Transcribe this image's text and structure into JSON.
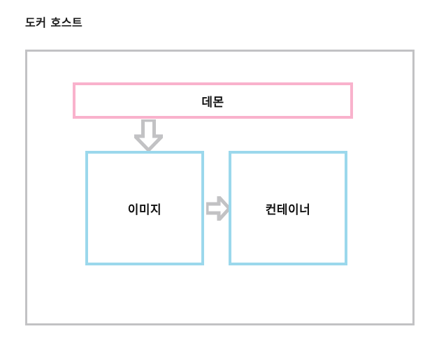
{
  "diagram": {
    "title": "도커 호스트",
    "type": "block-diagram",
    "nodes": [
      {
        "id": "host",
        "label": "",
        "role": "outer-container",
        "border_color": "#c2c2c4",
        "fill_color": "#ffffff"
      },
      {
        "id": "daemon",
        "label": "데몬",
        "role": "process",
        "border_color": "#f9b2cc",
        "fill_color": "#ffffff"
      },
      {
        "id": "image",
        "label": "이미지",
        "role": "artifact",
        "border_color": "#9bd8ec",
        "fill_color": "#ffffff"
      },
      {
        "id": "container",
        "label": "컨테이너",
        "role": "artifact",
        "border_color": "#9bd8ec",
        "fill_color": "#ffffff"
      }
    ],
    "edges": [
      {
        "id": "daemon-to-image",
        "from": "daemon",
        "to": "image",
        "direction": "down",
        "icon": "arrow-down-icon",
        "stroke_color": "#c2c2c4",
        "fill_color": "#ffffff"
      },
      {
        "id": "image-to-container",
        "from": "image",
        "to": "container",
        "direction": "right",
        "icon": "arrow-right-icon",
        "stroke_color": "#c2c2c4",
        "fill_color": "#ffffff"
      }
    ],
    "colors": {
      "title_text": "#1a1a1a",
      "node_text": "#111111",
      "host_border": "#c2c2c4",
      "daemon_border": "#f9b2cc",
      "blue_border": "#9bd8ec",
      "arrow_stroke": "#c2c2c4",
      "background": "#ffffff"
    }
  }
}
